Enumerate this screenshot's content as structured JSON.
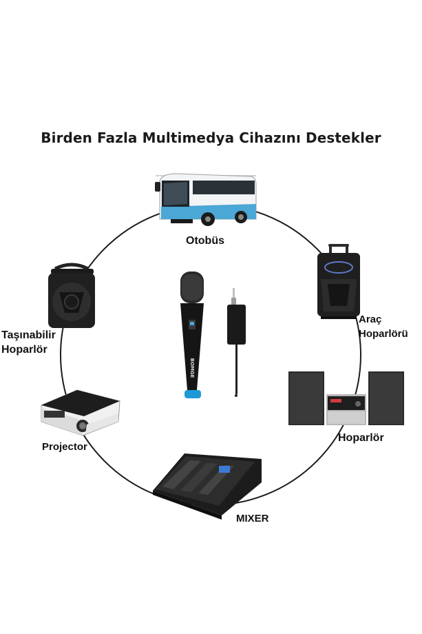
{
  "headline": "Birden Fazla Multimedya Cihazını Destekler",
  "mic_brand": "BOMGE",
  "devices": {
    "bus": "Otobüs",
    "car_speaker": [
      "Araç",
      "Hoparlörü"
    ],
    "speaker": "Hoparlör",
    "mixer": "MIXER",
    "projector": "Projector",
    "portable_speaker": [
      "Taşınabilir",
      "Hoparlör"
    ]
  }
}
